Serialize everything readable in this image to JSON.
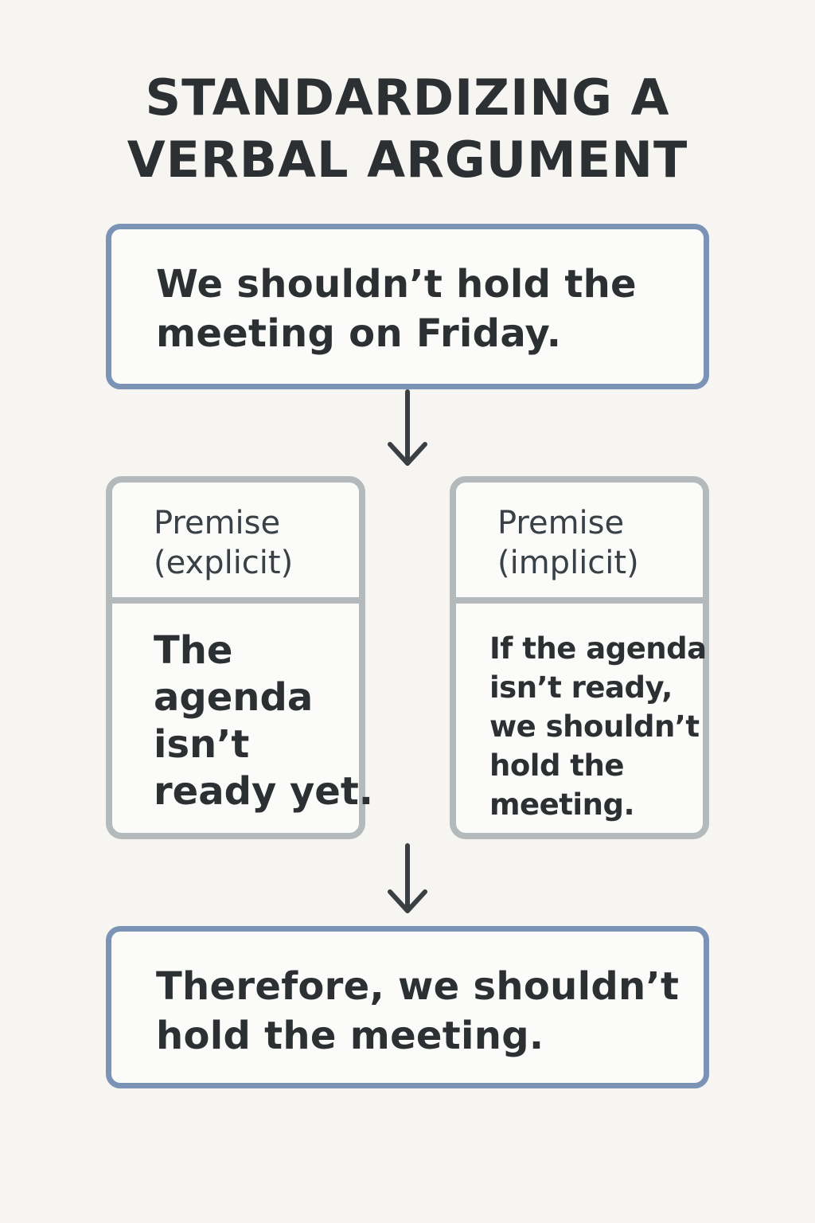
{
  "title": {
    "lines": [
      "STANDARDIZING A",
      "VERBAL ARGUMENT"
    ]
  },
  "claim": {
    "lines": [
      "We shouldn’t hold the",
      "meeting on Friday."
    ]
  },
  "premises": [
    {
      "header": [
        "Premise",
        "(explicit)"
      ],
      "body": [
        "The",
        "agenda",
        "isn’t",
        "ready yet."
      ]
    },
    {
      "header": [
        "Premise",
        "(implicit)"
      ],
      "body": [
        "If the agenda",
        "isn’t ready,",
        "we shouldn’t",
        "hold the",
        "meeting."
      ]
    }
  ],
  "conclusion": {
    "lines": [
      "Therefore, we shouldn’t",
      "hold the meeting."
    ]
  },
  "icons": [
    "arrow-down-icon",
    "arrow-down-icon"
  ],
  "colors": {
    "background": "#f6f5f2",
    "claim_border": "#7b93b4",
    "premise_border": "#b4b9bb",
    "text": "#2c3033",
    "arrow": "#3a3f44"
  }
}
